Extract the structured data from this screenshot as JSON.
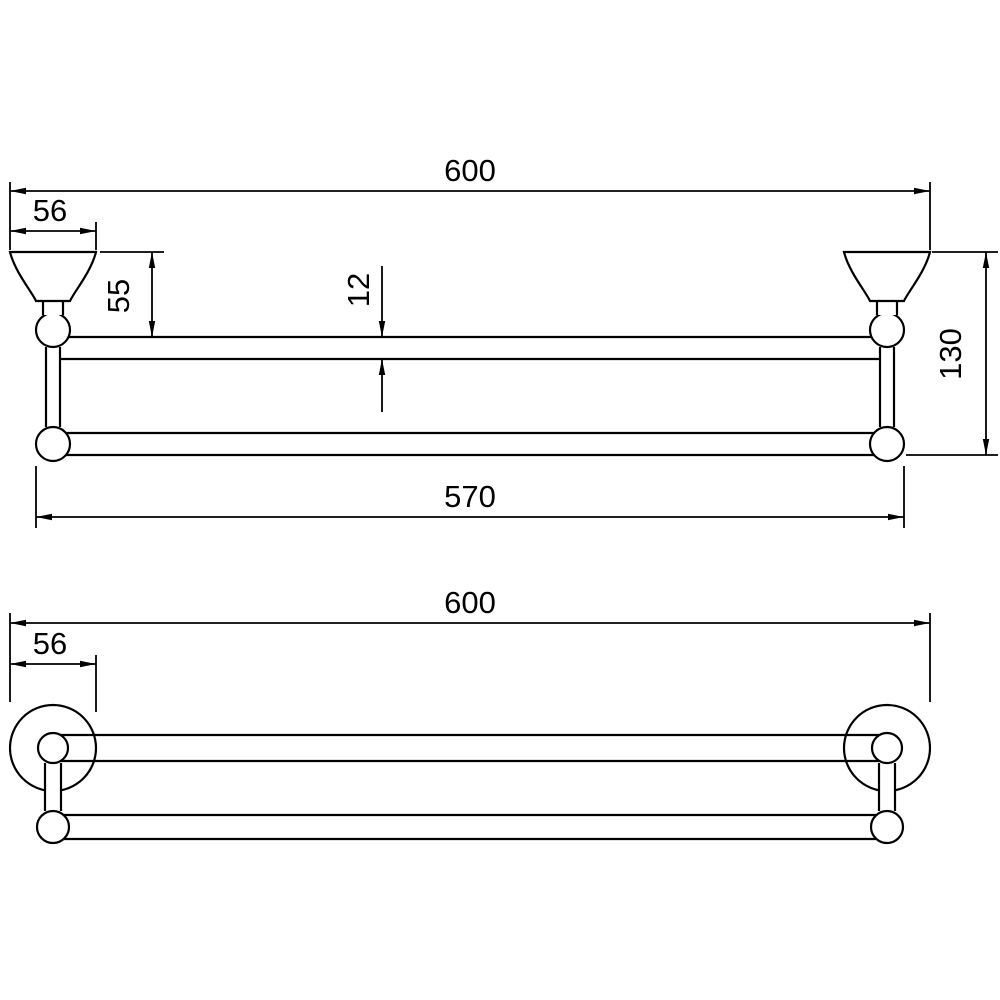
{
  "page": {
    "background_color": "#ffffff",
    "line_color": "#000000"
  },
  "front_view": {
    "dim_overall_width": "600",
    "dim_flange_width": "56",
    "dim_top_drop": "55",
    "dim_bar_diameter": "12",
    "dim_overall_height": "130",
    "dim_bar_span": "570"
  },
  "plan_view": {
    "dim_overall_width": "600",
    "dim_flange_width": "56"
  }
}
